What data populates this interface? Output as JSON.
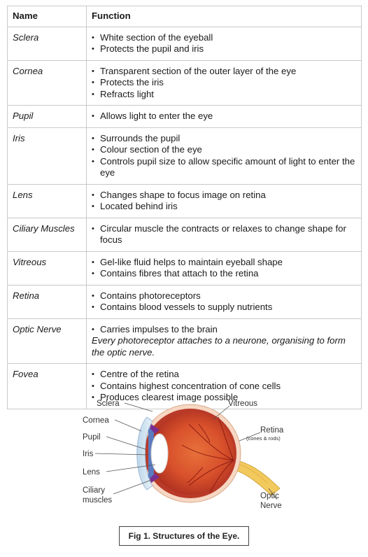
{
  "table": {
    "headers": {
      "name": "Name",
      "function": "Function"
    },
    "rows": [
      {
        "name": "Sclera",
        "bullets": [
          "White section of the eyeball",
          "Protects the pupil and iris"
        ],
        "note": ""
      },
      {
        "name": "Cornea",
        "bullets": [
          "Transparent section of the outer layer of the eye",
          "Protects the iris",
          "Refracts light"
        ],
        "note": ""
      },
      {
        "name": "Pupil",
        "bullets": [
          "Allows light to enter the eye"
        ],
        "note": ""
      },
      {
        "name": "Iris",
        "bullets": [
          "Surrounds the pupil",
          "Colour section of the eye",
          "Controls pupil size to allow specific amount of light to enter the eye"
        ],
        "note": ""
      },
      {
        "name": "Lens",
        "bullets": [
          "Changes shape to focus image on retina",
          "Located behind iris"
        ],
        "note": ""
      },
      {
        "name": "Ciliary Muscles",
        "bullets": [
          "Circular muscle the contracts or relaxes to change shape for focus"
        ],
        "note": ""
      },
      {
        "name": "Vitreous",
        "bullets": [
          "Gel-like fluid helps to maintain eyeball shape",
          "Contains fibres that attach to the retina"
        ],
        "note": ""
      },
      {
        "name": "Retina",
        "bullets": [
          "Contains photoreceptors",
          "Contains blood vessels to supply nutrients"
        ],
        "note": ""
      },
      {
        "name": "Optic Nerve",
        "bullets": [
          "Carries impulses to the brain"
        ],
        "note": "Every photoreceptor attaches to a neurone, organising to form the optic nerve."
      },
      {
        "name": "Fovea",
        "bullets": [
          "Centre of the retina",
          "Contains highest concentration of cone cells",
          "Produces clearest image possible"
        ],
        "note": ""
      }
    ]
  },
  "figure": {
    "labels": {
      "sclera": "Sclera",
      "cornea": "Cornea",
      "pupil": "Pupil",
      "iris": "Iris",
      "lens": "Lens",
      "ciliary_1": "Ciliary",
      "ciliary_2": "muscles",
      "vitreous": "Vitreous",
      "retina": "Retina",
      "retina_sub": "(cones & rods)",
      "optic_1": "Optic",
      "optic_2": "Nerve"
    },
    "caption": "Fig 1. Structures of the Eye."
  },
  "colors": {
    "border": "#c9c9c9",
    "eye_red": "#c0392b",
    "sclera_fill": "#f6d7c3",
    "nerve": "#f2c95c",
    "iris_blue": "#5b7bc0",
    "lens": "#ffffff"
  }
}
